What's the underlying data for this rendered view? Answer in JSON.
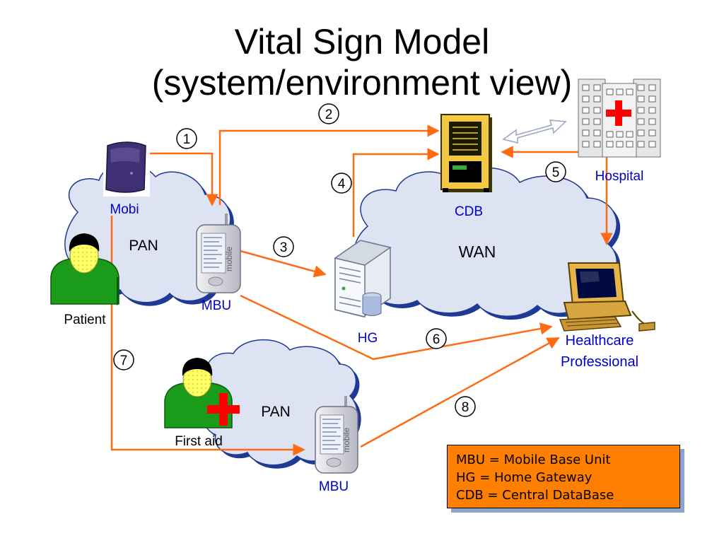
{
  "title": {
    "line1": "Vital Sign Model",
    "line2": "(system/environment view)"
  },
  "labels": {
    "mobi": "Mobi",
    "pan_patient": "PAN",
    "mbu_patient": "MBU",
    "patient": "Patient",
    "cdb": "CDB",
    "wan": "WAN",
    "hg": "HG",
    "hospital": "Hospital",
    "healthcare_line1": "Healthcare",
    "healthcare_line2": "Professional",
    "first_aid": "First aid",
    "pan_first_aid": "PAN",
    "mbu_first_aid": "MBU",
    "phone_text": "mobile"
  },
  "steps": [
    "1",
    "2",
    "3",
    "4",
    "5",
    "6",
    "7",
    "8"
  ],
  "legend": [
    "MBU = Mobile Base Unit",
    "HG = Home Gateway",
    "CDB = Central DataBase"
  ],
  "colors": {
    "arrow": "#ff6a13",
    "cloud_fill": "#dde3f3",
    "cloud_stroke": "#1f3a93",
    "blue_text": "#0000cc",
    "legend_bg": "#ff8000",
    "person_body": "#1a9c1a",
    "person_face": "#ffff66",
    "cross": "#ff0000"
  }
}
